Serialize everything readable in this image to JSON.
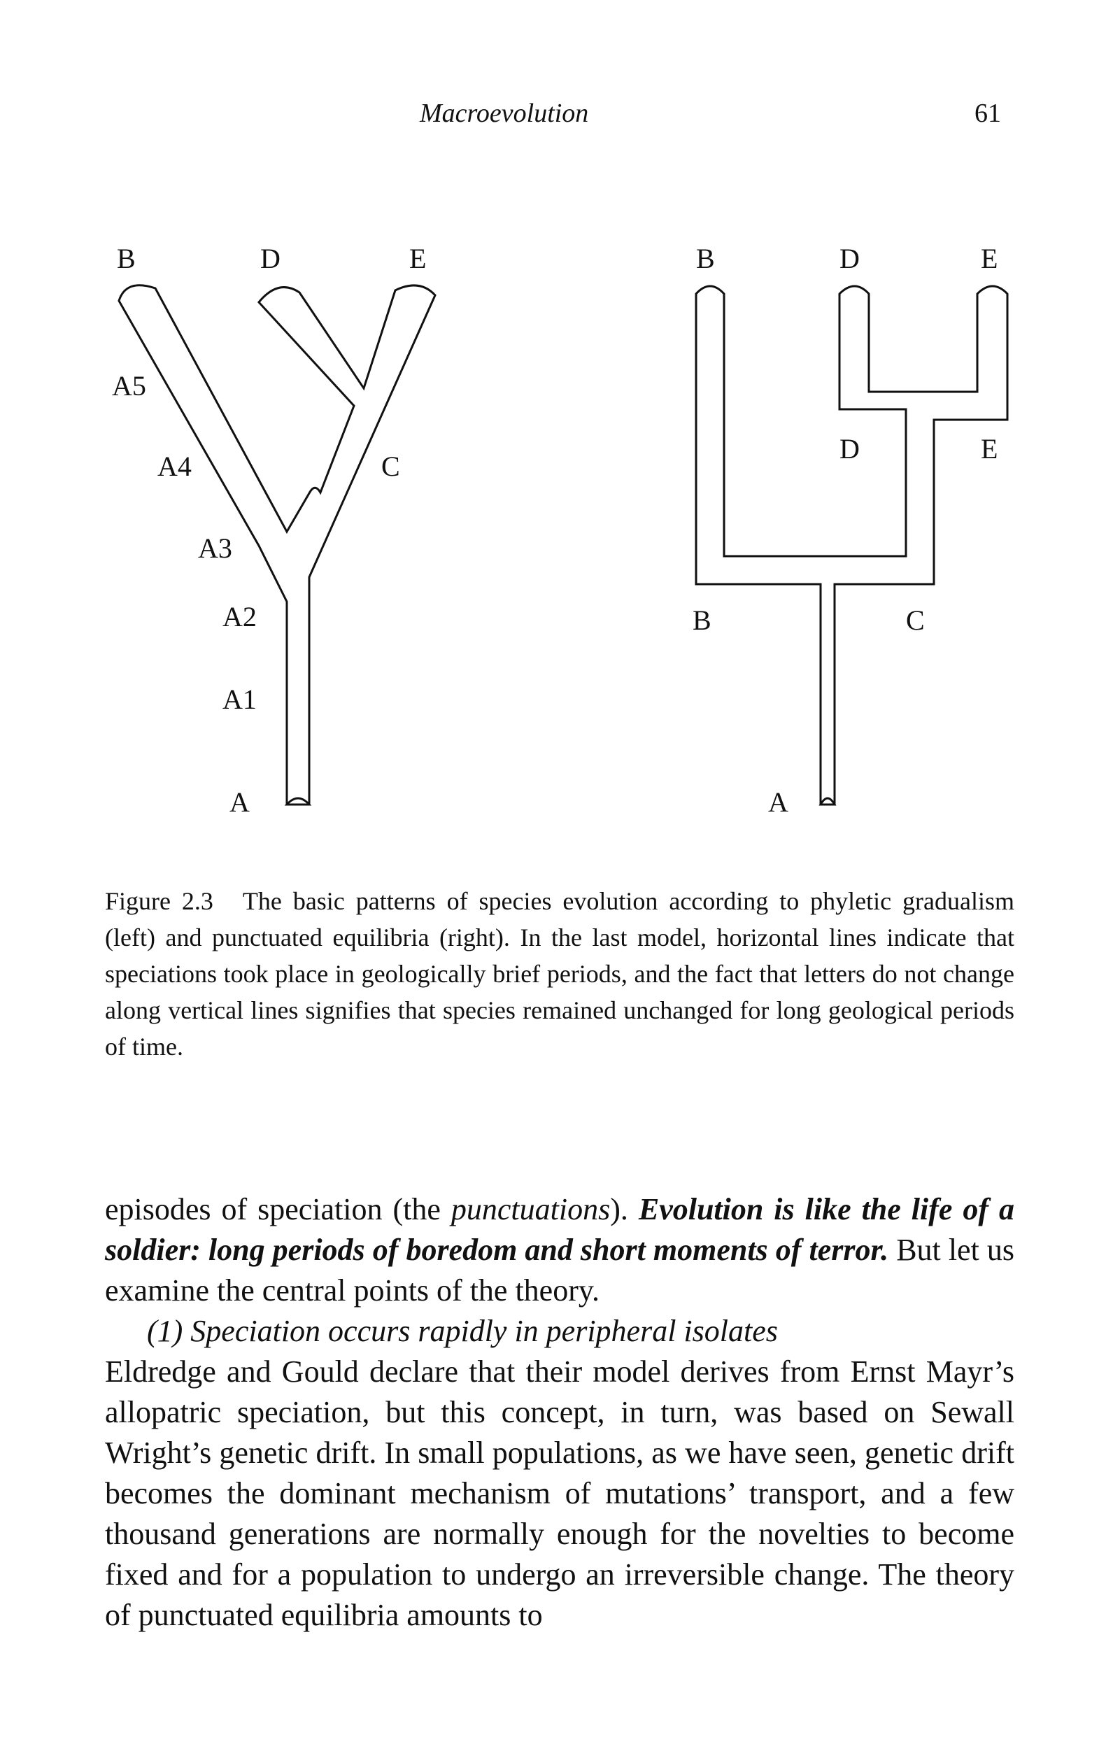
{
  "header": {
    "running_title": "Macroevolution",
    "page_number": "61"
  },
  "figure": {
    "left_diagram": {
      "tip_labels": [
        "B",
        "D",
        "E"
      ],
      "stem_labels": [
        "A5",
        "A4",
        "A3",
        "A2",
        "A1",
        "A"
      ],
      "branch_label": "C"
    },
    "right_diagram": {
      "tip_labels": [
        "B",
        "D",
        "E"
      ],
      "inner_labels": [
        "D",
        "E"
      ],
      "node_labels": [
        "B",
        "C",
        "A"
      ]
    },
    "caption": {
      "label": "Figure 2.3",
      "text": "The basic patterns of species evolution according to phyletic gradualism (left) and punctuated equilibria (right). In the last model, horizontal lines indicate that speciations took place in geologically brief periods, and the fact that letters do not change along vertical lines signifies that species remained unchanged for long geological periods of time."
    }
  },
  "body": {
    "p1_a": "episodes of speciation (the ",
    "p1_b": "punctuations",
    "p1_c": "). ",
    "p1_d": "Evolution is like the life of a soldier: long periods of boredom and short moments of terror.",
    "p1_e": " But let",
    "p1_f": "us examine the central points of the theory.",
    "p2": "(1) Speciation occurs rapidly in peripheral isolates",
    "p3": "Eldredge and Gould declare that their model derives from Ernst Mayr’s allopatric speciation, but this concept, in turn, was based on Sewall Wright’s genetic drift. In small populations, as we have seen, genetic drift becomes the dominant mechanism of mutations’ transport, and a few thousand generations are normally enough for the novelties to become fixed and for a population to undergo an irreversible change. The theory of punctuated equilibria amounts to"
  }
}
